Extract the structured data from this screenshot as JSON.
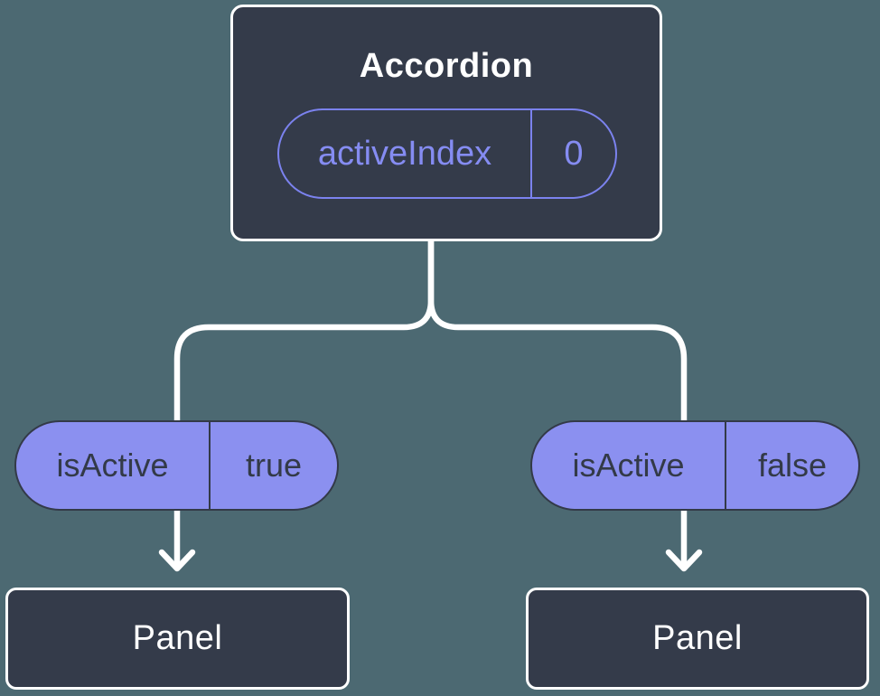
{
  "colors": {
    "background": "#4C6972",
    "node_fill": "#343B4A",
    "node_border": "#FFFFFF",
    "node_text": "#FFFFFF",
    "connector": "#FFFFFF",
    "state_pill_outline": "#7B82EE",
    "state_pill_text": "#858CF2",
    "prop_pill_fill": "#8B90F0",
    "prop_pill_border": "#333A48",
    "prop_pill_text": "#333A48"
  },
  "tree": {
    "root": {
      "title": "Accordion",
      "state": {
        "name": "activeIndex",
        "value": "0"
      }
    },
    "branches": [
      {
        "prop": {
          "name": "isActive",
          "value": "true"
        },
        "child": {
          "title": "Panel"
        }
      },
      {
        "prop": {
          "name": "isActive",
          "value": "false"
        },
        "child": {
          "title": "Panel"
        }
      }
    ]
  }
}
